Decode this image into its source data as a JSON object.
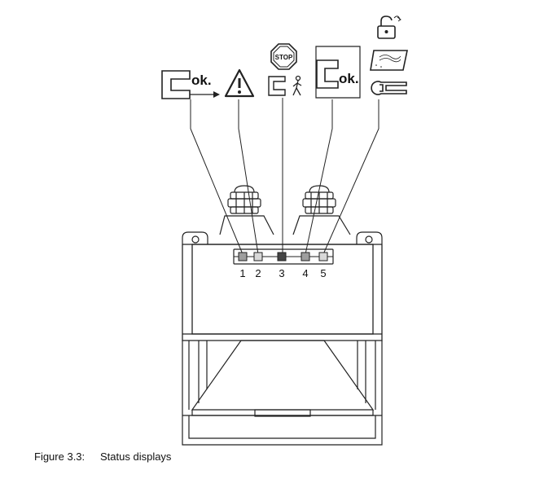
{
  "figure": {
    "caption_number": "Figure 3.3:",
    "caption_title": "Status displays"
  },
  "leds": [
    {
      "number": "1",
      "color": "#9e9e9e"
    },
    {
      "number": "2",
      "color": "#d8d8d8"
    },
    {
      "number": "3",
      "color": "#444444"
    },
    {
      "number": "4",
      "color": "#9e9e9e"
    },
    {
      "number": "5",
      "color": "#d8d8d8"
    }
  ],
  "symbols": {
    "ok_left_text": "ok.",
    "stop_text": "STOP",
    "ok_right_text": "ok."
  },
  "icons": [
    "sensor-ok-arrow-icon",
    "warning-triangle-icon",
    "stop-sign-icon",
    "person-walking-icon",
    "sensor-ok-icon",
    "unlock-padlock-icon",
    "dirty-window-icon",
    "wrench-icon"
  ]
}
